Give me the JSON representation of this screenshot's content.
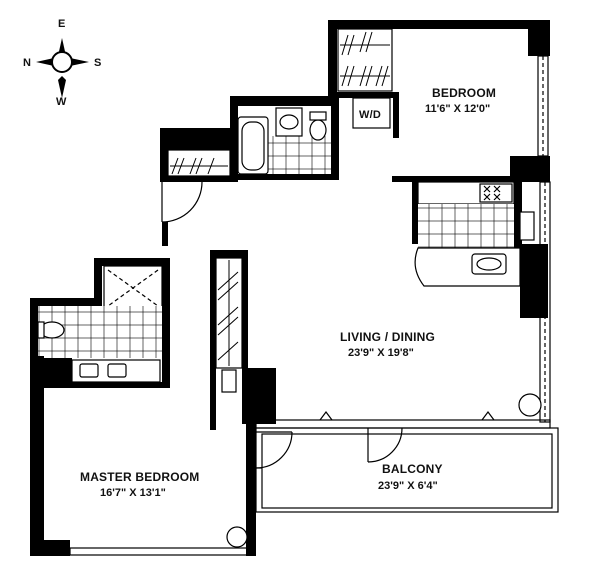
{
  "compass": {
    "north": "N",
    "east": "E",
    "south": "S",
    "west": "W"
  },
  "rooms": {
    "bedroom": {
      "name": "BEDROOM",
      "dims": "11'6\"  X 12'0\""
    },
    "laundry": {
      "name": "W/D"
    },
    "living": {
      "name": "LIVING / DINING",
      "dims": "23'9\"  X 19'8\""
    },
    "master": {
      "name": "MASTER BEDROOM",
      "dims": "16'7\"  X 13'1\""
    },
    "balcony": {
      "name": "BALCONY",
      "dims": "23'9\"  X 6'4\""
    }
  }
}
